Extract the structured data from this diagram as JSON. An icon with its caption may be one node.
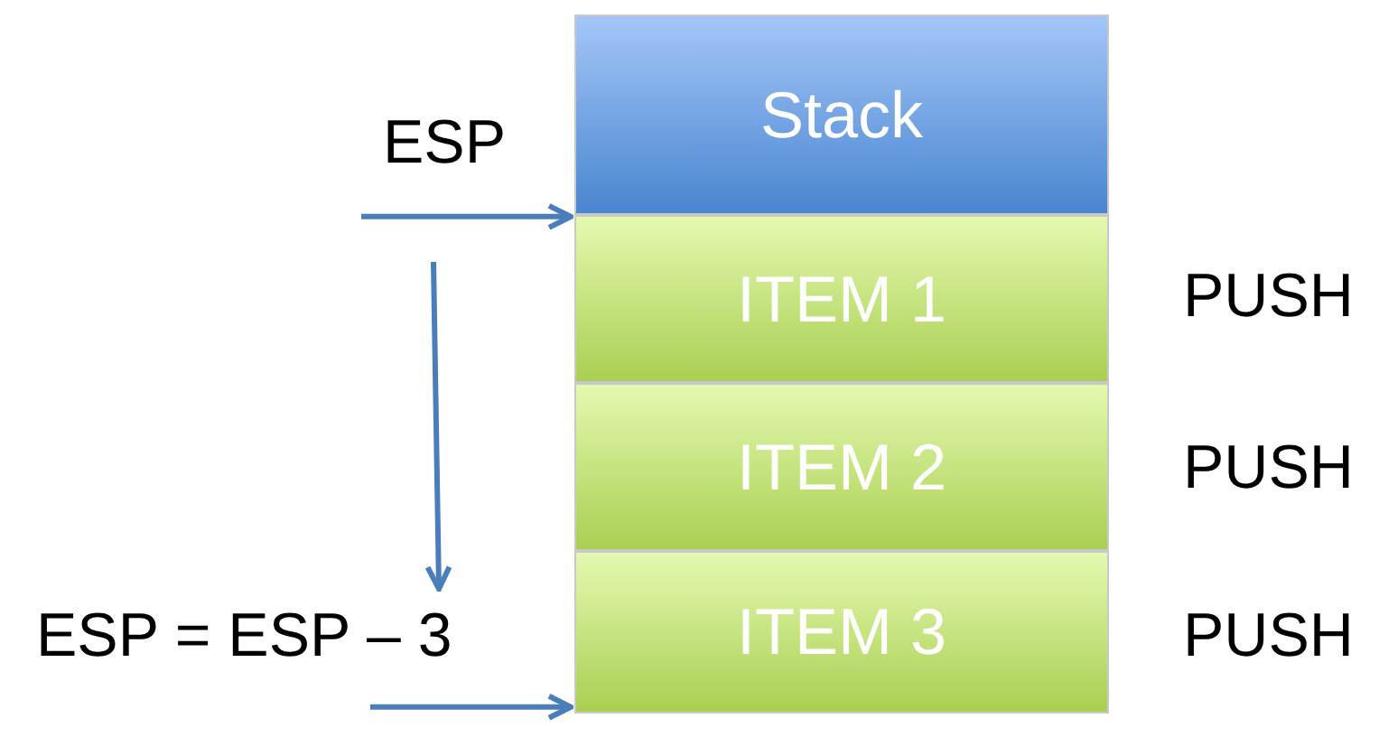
{
  "diagram": {
    "nodes": [
      {
        "text": [
          "Stack"
        ]
      },
      {
        "text": [
          "ITEM 1"
        ],
        "beside": [
          "PUSH"
        ]
      },
      {
        "text": [
          "ITEM 2"
        ],
        "beside": [
          "PUSH"
        ]
      },
      {
        "text": [
          "ITEM 3"
        ],
        "beside": [
          "PUSH"
        ]
      }
    ],
    "edges": [
      {
        "from": null,
        "to": 1,
        "arrow": "to"
      },
      {
        "from": null,
        "to": 3,
        "arrow": "to"
      }
    ],
    "labels": [
      "ESP",
      "ESP = ESP – 3"
    ]
  }
}
